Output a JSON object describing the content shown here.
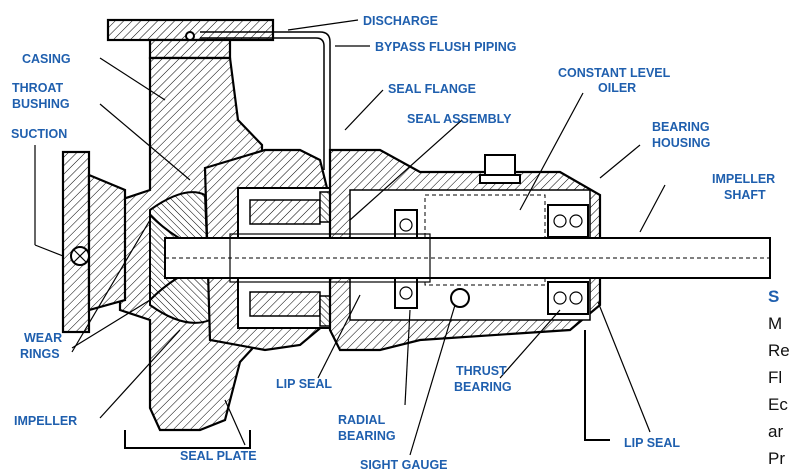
{
  "labels": {
    "discharge": "DISCHARGE",
    "bypass_flush_piping": "BYPASS FLUSH PIPING",
    "casing": "CASING",
    "throat_bushing_1": "THROAT",
    "throat_bushing_2": "BUSHING",
    "seal_flange": "SEAL FLANGE",
    "constant_level_oiler_1": "CONSTANT LEVEL",
    "constant_level_oiler_2": "OILER",
    "seal_assembly": "SEAL ASSEMBLY",
    "suction": "SUCTION",
    "bearing_housing_1": "BEARING",
    "bearing_housing_2": "HOUSING",
    "impeller_shaft_1": "IMPELLER",
    "impeller_shaft_2": "SHAFT",
    "wear_rings_1": "WEAR",
    "wear_rings_2": "RINGS",
    "lip_seal_left": "LIP SEAL",
    "thrust_bearing_1": "THRUST",
    "thrust_bearing_2": "BEARING",
    "radial_bearing_1": "RADIAL",
    "radial_bearing_2": "BEARING",
    "impeller": "IMPELLER",
    "seal_plate": "SEAL PLATE",
    "sight_gauge": "SIGHT GAUGE",
    "lip_seal_right": "LIP SEAL"
  },
  "side_text": {
    "heading": "S",
    "lines": [
      "M",
      "Re",
      "Fl",
      "Ec",
      "ar",
      "Pr"
    ]
  },
  "colors": {
    "label": "#1f5fae",
    "line": "#000000"
  }
}
